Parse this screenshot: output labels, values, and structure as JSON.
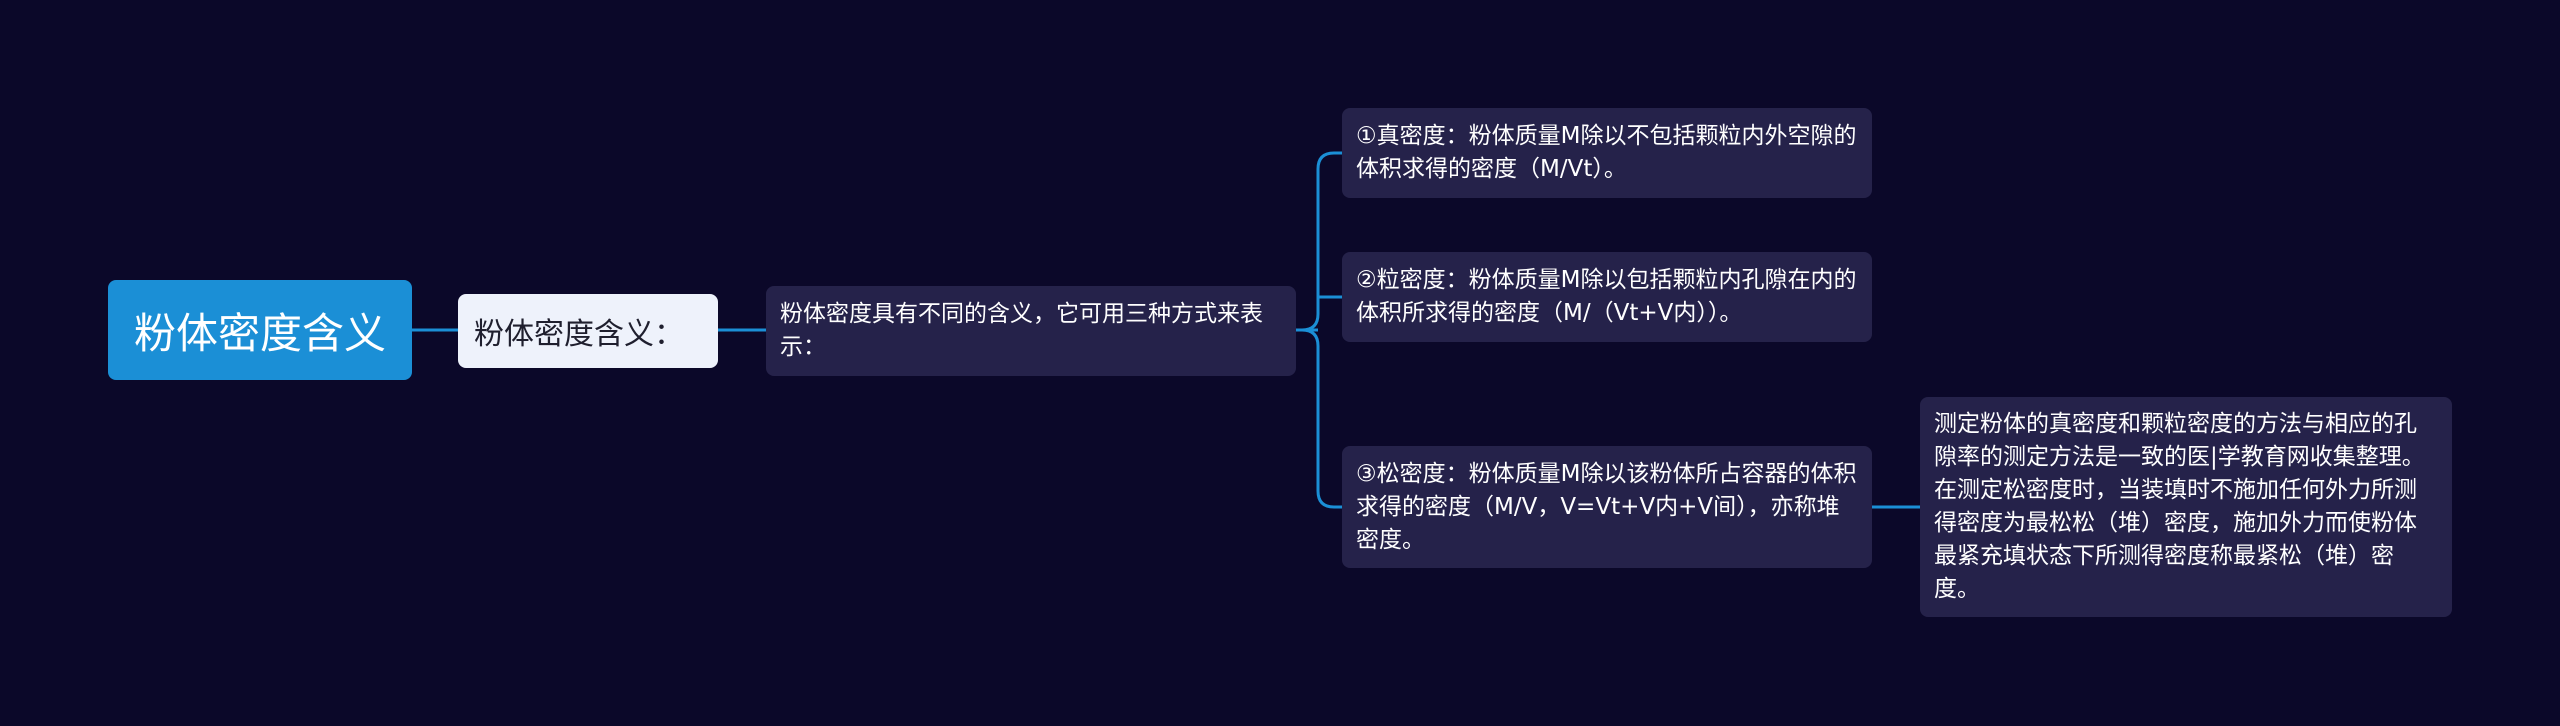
{
  "colors": {
    "background": "#0b0829",
    "root_fill": "#1b8fd6",
    "level1_fill": "#eef2fb",
    "box_fill": "#25224a",
    "connector": "#1b8fd6"
  },
  "mindmap": {
    "root": "粉体密度含义",
    "level1": "粉体密度含义：",
    "level2": "粉体密度具有不同的含义，它可用三种方式来表示：",
    "branches": [
      "①真密度：粉体质量M除以不包括颗粒内外空隙的体积求得的密度（M/Vt）。",
      "②粒密度：粉体质量M除以包括颗粒内孔隙在内的体积所求得的密度（M/（Vt+V内））。",
      "③松密度：粉体质量M除以该粉体所占容器的体积求得的密度（M/V，V=Vt+V内+V间），亦称堆密度。"
    ],
    "note": "测定粉体的真密度和颗粒密度的方法与相应的孔隙率的测定方法是一致的医|学教育网收集整理。在测定松密度时，当装填时不施加任何外力所测得密度为最松松（堆）密度，施加外力而使粉体最紧充填状态下所测得密度称最紧松（堆）密度。"
  }
}
